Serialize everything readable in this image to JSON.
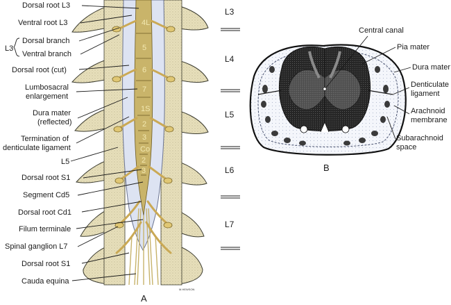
{
  "panel_a": {
    "caption": "A",
    "group_label": "L3",
    "labels": [
      {
        "text": "Dorsal root L3"
      },
      {
        "text": "Ventral root L3"
      },
      {
        "text": "Dorsal branch"
      },
      {
        "text": "Ventral branch"
      },
      {
        "text": "Dorsal root (cut)"
      },
      {
        "text": "Lumbosacral"
      },
      {
        "text": "enlargement"
      },
      {
        "text": "Dura mater"
      },
      {
        "text": "(reflected)"
      },
      {
        "text": "Termination of"
      },
      {
        "text": "denticulate ligament"
      },
      {
        "text": "L5"
      },
      {
        "text": "Dorsal root S1"
      },
      {
        "text": "Segment Cd5"
      },
      {
        "text": "Dorsal root Cd1"
      },
      {
        "text": "Filum terminale"
      },
      {
        "text": "Spinal ganglion L7"
      },
      {
        "text": "Dorsal root S1"
      },
      {
        "text": "Cauda equina"
      }
    ],
    "vertebra_levels": [
      "L3",
      "L4",
      "L5",
      "L6",
      "L7"
    ],
    "segment_numbers": [
      "4L",
      "5",
      "6",
      "7",
      "1S",
      "2",
      "3",
      "Co",
      "2",
      "3"
    ],
    "artist_signature": "M.HEWSON"
  },
  "panel_b": {
    "caption": "B",
    "labels": [
      {
        "text": "Central canal"
      },
      {
        "text": "Pia mater"
      },
      {
        "text": "Dura mater"
      },
      {
        "text": "Denticulate"
      },
      {
        "text": "ligament"
      },
      {
        "text": "Arachnoid"
      },
      {
        "text": "membrane"
      },
      {
        "text": "Subarachnoid"
      },
      {
        "text": "space"
      }
    ]
  },
  "colors": {
    "bone": "#e7dfba",
    "bone_outline": "#3a3a2e",
    "nerve": "#e6d58a",
    "dura": "#dde3f2",
    "gray_matter": "#5a5a5a",
    "white_matter": "#2e2e2e",
    "background": "#ffffff"
  }
}
